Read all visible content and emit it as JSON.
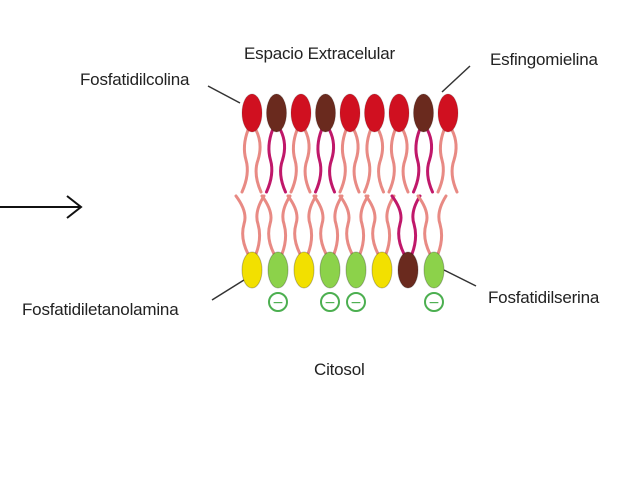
{
  "labels": {
    "top": "Espacio Extracelular",
    "bottom": "Citosol",
    "phosphatidylcholine": "Fosfatidilcolina",
    "sphingomyelin": "Esfingomielina",
    "phosphatidylethanolamine": "Fosfatidiletanolamina",
    "phosphatidylserine": "Fosfatidilserina"
  },
  "charge_symbol": "−",
  "colors": {
    "phosphatidylcholine": "#d01020",
    "sphingomyelin": "#6a2a1e",
    "phosphatidylethanolamine": "#f2e000",
    "phosphatidylserine": "#8cd24a",
    "tail_light": "#e88a84",
    "tail_magenta": "#c0186a",
    "charge": "#4caf50",
    "arrow": "#111111"
  },
  "outer_leaflet": [
    "phosphatidylcholine",
    "sphingomyelin",
    "phosphatidylcholine",
    "sphingomyelin",
    "phosphatidylcholine",
    "phosphatidylcholine",
    "phosphatidylcholine",
    "sphingomyelin",
    "phosphatidylcholine"
  ],
  "inner_leaflet": [
    "phosphatidylethanolamine",
    "phosphatidylserine",
    "phosphatidylethanolamine",
    "phosphatidylserine",
    "phosphatidylserine",
    "phosphatidylethanolamine",
    "sphingomyelin",
    "phosphatidylserine"
  ]
}
